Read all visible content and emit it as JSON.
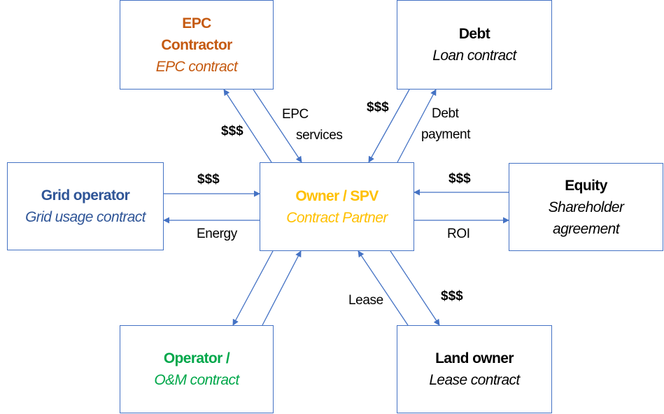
{
  "colors": {
    "border": "#4472c4",
    "arrow": "#4472c4",
    "epc": "#c55a11",
    "owner": "#ffc000",
    "grid": "#2f5597",
    "operator": "#00a74a",
    "black": "#000000"
  },
  "boxes": {
    "epc": {
      "title_line1": "EPC",
      "title_line2": "Contractor",
      "subtitle": "EPC contract"
    },
    "debt": {
      "title": "Debt",
      "subtitle": "Loan contract"
    },
    "grid": {
      "title": "Grid operator",
      "subtitle": "Grid usage contract"
    },
    "owner": {
      "title": "Owner / SPV",
      "subtitle": "Contract Partner"
    },
    "equity": {
      "title": "Equity",
      "subtitle_line1": "Shareholder",
      "subtitle_line2": "agreement"
    },
    "operator": {
      "title": "Operator /",
      "subtitle": "O&M contract"
    },
    "land": {
      "title": "Land owner",
      "subtitle": "Lease contract"
    }
  },
  "labels": {
    "epc_money": "$$$",
    "epc_services_line1": "EPC",
    "epc_services_line2": "services",
    "debt_money": "$$$",
    "debt_payment_line1": "Debt",
    "debt_payment_line2": "payment",
    "grid_money": "$$$",
    "grid_energy": "Energy",
    "equity_money": "$$$",
    "equity_roi": "ROI",
    "land_lease": "Lease",
    "land_money": "$$$"
  }
}
